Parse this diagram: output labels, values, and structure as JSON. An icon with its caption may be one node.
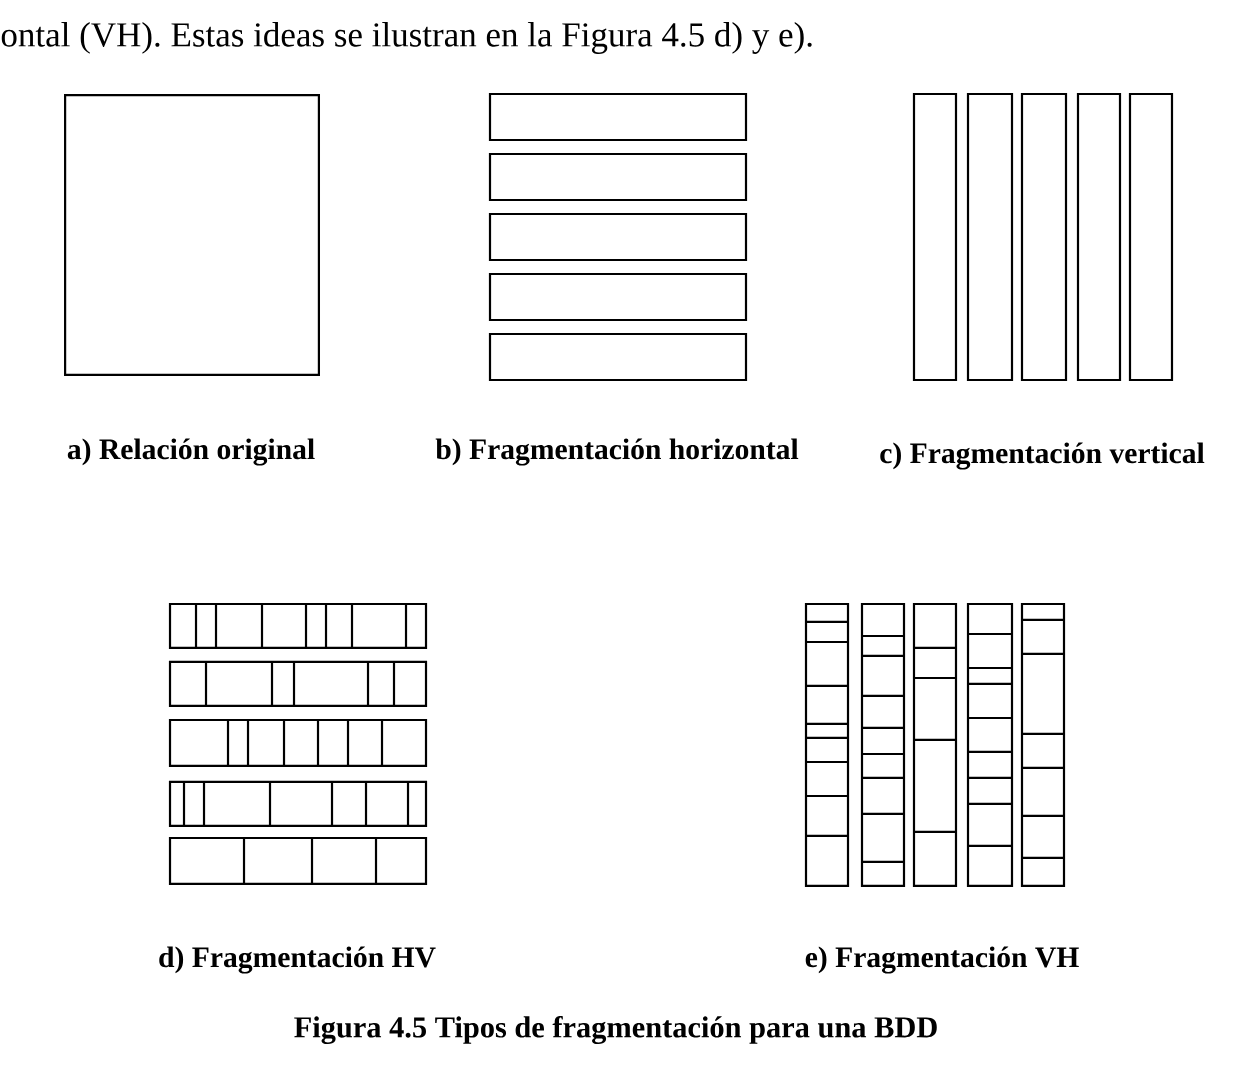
{
  "diagram": {
    "caption": "Figura 4.5 Tipos de fragmentación para una BDD",
    "nodes": [
      {
        "text": [],
        "shape": "box",
        "beside": [
          "a) Relación original"
        ]
      }
    ],
    "labels": [
      "ontal (VH). Estas ideas se ilustran en la Figura 4.5 d) y e).",
      "b) Fragmentación horizontal",
      "c) Fragmentación vertical",
      "d) Fragmentación HV",
      "e) Fragmentación VH"
    ]
  }
}
